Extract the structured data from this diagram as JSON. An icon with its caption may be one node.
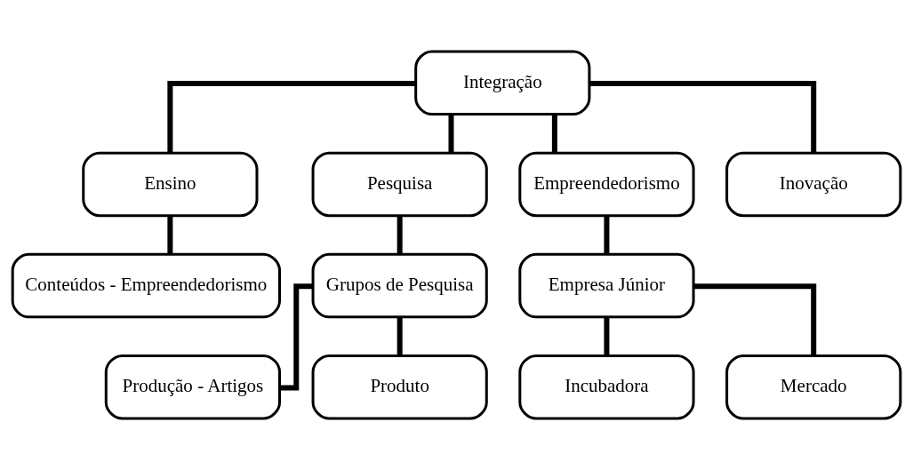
{
  "diagram": {
    "nodes": [
      {
        "text": [
          "Integração"
        ]
      },
      {
        "text": [
          "Ensino"
        ]
      },
      {
        "text": [
          "Pesquisa"
        ]
      },
      {
        "text": [
          "Empreendedorismo"
        ]
      },
      {
        "text": [
          "Inovação"
        ]
      },
      {
        "text": [
          "Conteúdos - Empreendedorismo"
        ]
      },
      {
        "text": [
          "Grupos de Pesquisa"
        ]
      },
      {
        "text": [
          "Empresa Júnior"
        ]
      },
      {
        "text": [
          "Produção - Artigos"
        ]
      },
      {
        "text": [
          "Produto"
        ]
      },
      {
        "text": [
          "Incubadora"
        ]
      },
      {
        "text": [
          "Mercado"
        ]
      }
    ],
    "edges": [
      {
        "from": 0,
        "to": 1,
        "arrow": "none"
      },
      {
        "from": 0,
        "to": 2,
        "arrow": "none"
      },
      {
        "from": 0,
        "to": 3,
        "arrow": "none"
      },
      {
        "from": 0,
        "to": 4,
        "arrow": "none"
      },
      {
        "from": 1,
        "to": 5,
        "arrow": "none"
      },
      {
        "from": 2,
        "to": 6,
        "arrow": "none"
      },
      {
        "from": 3,
        "to": 7,
        "arrow": "none"
      },
      {
        "from": 6,
        "to": 8,
        "arrow": "none"
      },
      {
        "from": 6,
        "to": 9,
        "arrow": "none"
      },
      {
        "from": 7,
        "to": 10,
        "arrow": "none"
      },
      {
        "from": 7,
        "to": 11,
        "arrow": "none"
      }
    ]
  }
}
